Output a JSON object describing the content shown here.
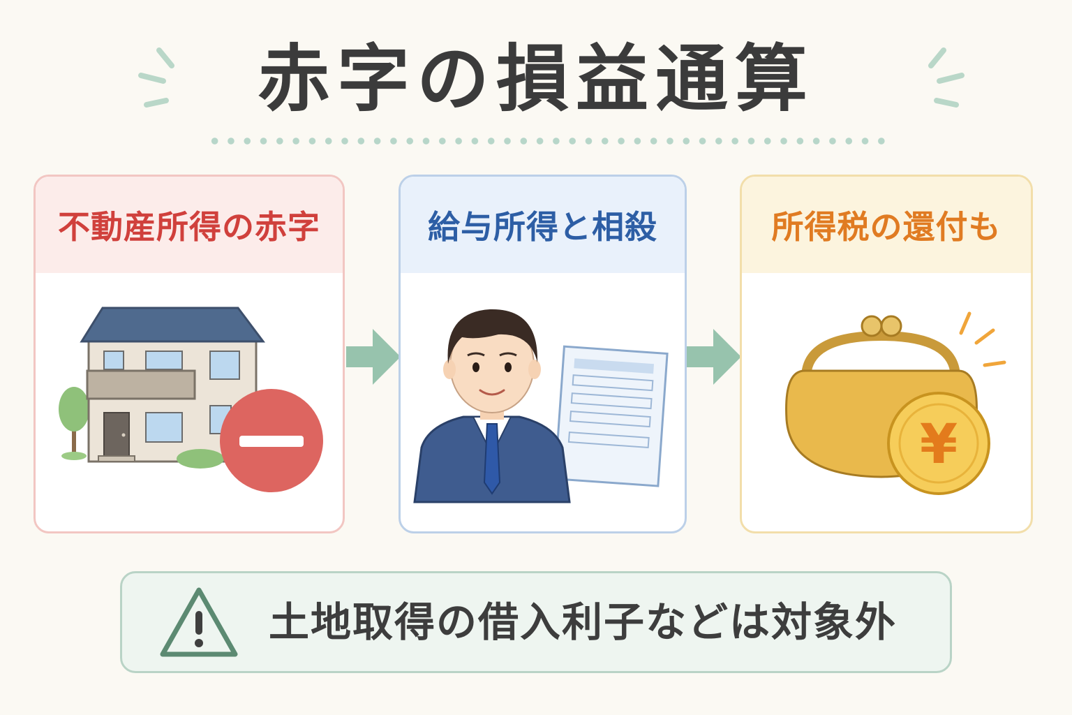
{
  "title": "赤字の損益通算",
  "steps": [
    {
      "label": "不動産所得の赤字",
      "icon": "house-with-minus-icon"
    },
    {
      "label": "給与所得と相殺",
      "icon": "businessman-with-document-icon"
    },
    {
      "label": "所得税の還付も",
      "icon": "purse-with-yen-coin-icon"
    }
  ],
  "coin_symbol": "¥",
  "note": {
    "icon": "warning-icon",
    "text": "土地取得の借入利子などは対象外"
  },
  "colors": {
    "step1": "#d0403c",
    "step2": "#2d5ea5",
    "step3": "#e07b22",
    "accent": "#8fc0a9"
  }
}
